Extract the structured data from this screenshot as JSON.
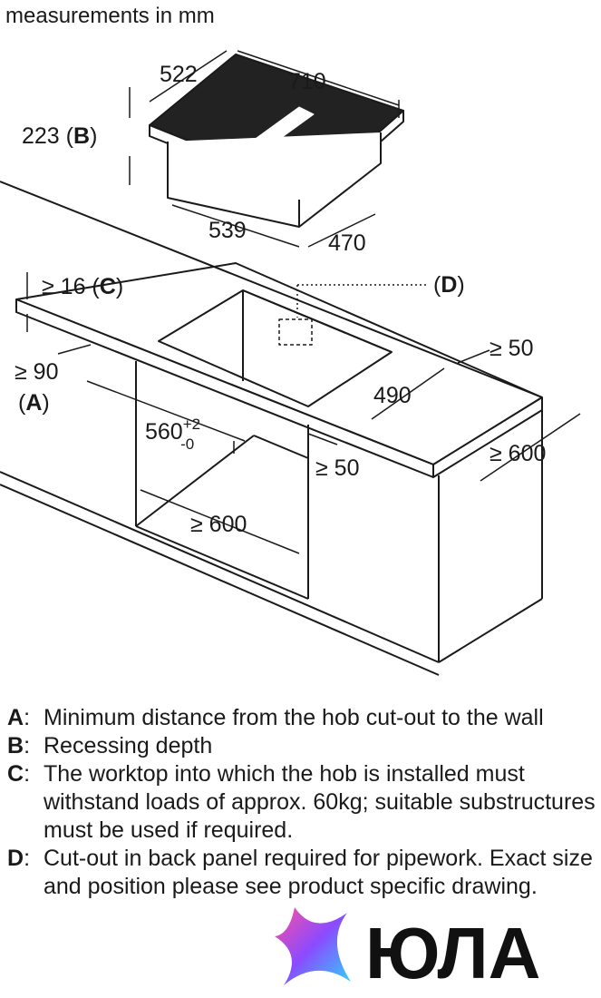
{
  "title": "measurements in mm",
  "dimensions": {
    "hob_depth": "522",
    "hob_width": "710",
    "recess_depth": "223",
    "recess_marker": "B",
    "body_width": "539",
    "body_depth": "470",
    "worktop_thickness": "≥ 16",
    "worktop_marker": "C",
    "backpanel_marker": "D",
    "wall_distance": "≥ 90",
    "wall_marker": "A",
    "cutout_depth": "490",
    "cutout_width_main": "560",
    "cutout_width_plus": "+2",
    "cutout_width_minus": "-0",
    "front_clearance": "≥ 50",
    "right_clearance": "≥ 50",
    "cabinet_width": "≥ 600",
    "worktop_depth": "≥ 600"
  },
  "legend": [
    {
      "key": "A",
      "sep": ":",
      "text": "Minimum distance from the hob cut-out to the wall"
    },
    {
      "key": "B",
      "sep": ":",
      "text": "Recessing depth"
    },
    {
      "key": "C",
      "sep": ":",
      "text": "The worktop into which the hob is installed must withstand loads of approx. 60kg; suitable substructures must be used if required."
    },
    {
      "key": "D",
      "sep": ":",
      "text": "Cut-out in back panel required for pipework. Exact size and position please see product specific drawing."
    }
  ],
  "watermark": {
    "text": "ЮЛА",
    "colors": [
      "#ff4fa0",
      "#8a4bff",
      "#2fd3ff"
    ]
  }
}
